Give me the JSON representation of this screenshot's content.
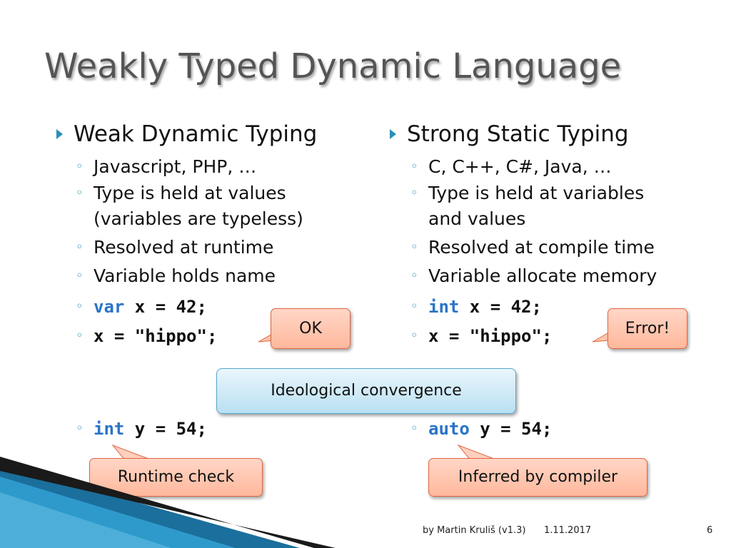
{
  "title": "Weakly Typed Dynamic Language",
  "left": {
    "heading": "Weak Dynamic Typing",
    "items": [
      "Javascript, PHP, …",
      "Type is held at values",
      "(variables are typeless)",
      "Resolved at runtime",
      "Variable holds name"
    ],
    "code1_kw": "var",
    "code1_rest": " x = 42;",
    "code2": "x = \"hippo\";",
    "code3_kw": "int",
    "code3_rest": " y = 54;",
    "callout_ok": "OK",
    "callout_runtime": "Runtime check"
  },
  "right": {
    "heading": "Strong Static Typing",
    "items": [
      "C, C++, C#, Java, …",
      "Type is held at variables",
      "and values",
      "Resolved at compile time",
      "Variable allocate memory"
    ],
    "code1_kw": "int",
    "code1_rest": " x = 42;",
    "code2": "x = \"hippo\";",
    "code3_kw": "auto",
    "code3_rest": " y = 54;",
    "callout_error": "Error!",
    "callout_inferred": "Inferred by compiler"
  },
  "banner": "Ideological convergence",
  "bullet_glyph": "◦",
  "footer": {
    "author": "by Martin Kruliš (v1.3)",
    "date": "1.11.2017",
    "page": "6"
  },
  "colors": {
    "accent": "#2a8fb8",
    "keyword": "#2a74c8",
    "callout": "#ffb89c",
    "banner": "#b9e0f2",
    "title": "#555555"
  }
}
